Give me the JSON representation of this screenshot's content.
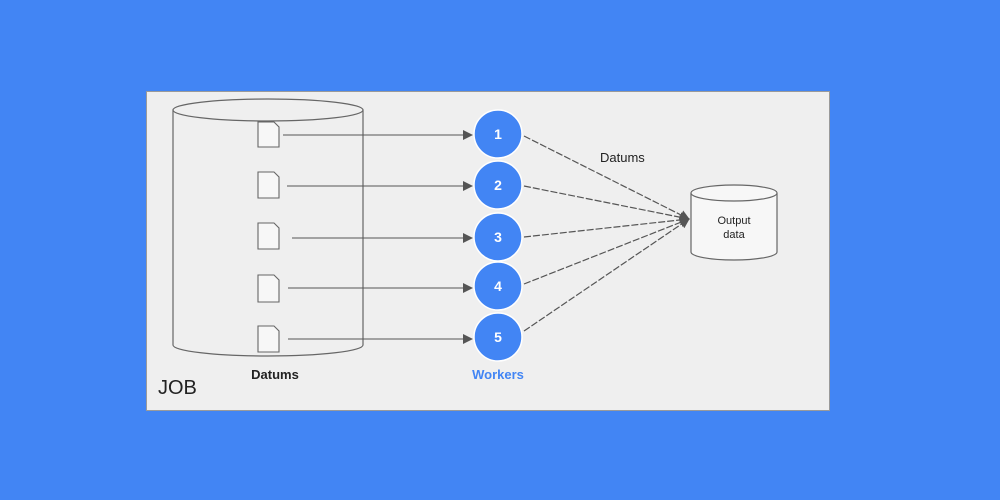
{
  "diagram": {
    "job_label": "JOB",
    "datums_store_label": "Datums",
    "workers_label": "Workers",
    "flow_label": "Datums",
    "output_label_line1": "Output",
    "output_label_line2": "data",
    "workers": [
      "1",
      "2",
      "3",
      "4",
      "5"
    ],
    "colors": {
      "background": "#4285f4",
      "panel": "#efefef",
      "worker_fill": "#4285f4",
      "workers_label": "#4285f4",
      "line": "#555555"
    }
  }
}
